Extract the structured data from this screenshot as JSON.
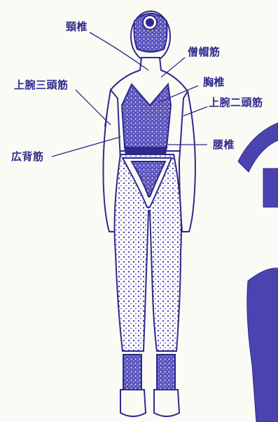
{
  "colors": {
    "ink": "#2e2a8c",
    "fill": "#4b44b0",
    "paper": "#fbfbf6"
  },
  "labels": {
    "cervical": "頸椎",
    "trapezius": "僧帽筋",
    "triceps": "上腕三頭筋",
    "thoracic": "胸椎",
    "biceps": "上腕二頭筋",
    "latissimus": "広背筋",
    "lumbar": "腰椎"
  }
}
